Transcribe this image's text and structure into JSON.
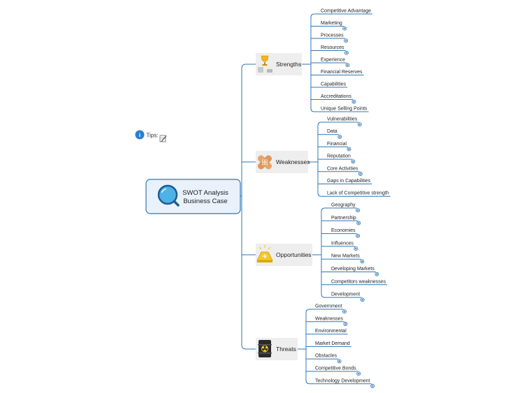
{
  "tips": {
    "icon": "info-icon",
    "label": "Tips:",
    "note_icon": "note-icon"
  },
  "root": {
    "icon": "magnifier-icon",
    "line1": "SWOT Analysis",
    "line2": "Business Case"
  },
  "branches": [
    {
      "id": "strengths",
      "label": "Strengths",
      "icon": "trophy-podium-icon",
      "items": [
        {
          "label": "Competitive Advantage",
          "collapsed": false
        },
        {
          "label": "Marketing",
          "collapsed": true
        },
        {
          "label": "Processes",
          "collapsed": true
        },
        {
          "label": "Resources",
          "collapsed": true
        },
        {
          "label": "Experience",
          "collapsed": true
        },
        {
          "label": "Financial Reserves",
          "collapsed": false
        },
        {
          "label": "Capabilities",
          "collapsed": false
        },
        {
          "label": "Accreditations",
          "collapsed": true
        },
        {
          "label": "Unique Selling Points",
          "collapsed": false
        }
      ]
    },
    {
      "id": "weaknesses",
      "label": "Weaknesses",
      "icon": "bandage-icon",
      "items": [
        {
          "label": "Vulnerabilities",
          "collapsed": true
        },
        {
          "label": "Data",
          "collapsed": true
        },
        {
          "label": "Financial",
          "collapsed": true
        },
        {
          "label": "Reputation",
          "collapsed": true
        },
        {
          "label": "Core Activities",
          "collapsed": true
        },
        {
          "label": "Gaps in Capabilities",
          "collapsed": false
        },
        {
          "label": "Lack of Competitive strength",
          "collapsed": false
        }
      ]
    },
    {
      "id": "opportunities",
      "label": "Opportunities",
      "icon": "gold-bar-icon",
      "items": [
        {
          "label": "Geography",
          "collapsed": true
        },
        {
          "label": "Partnership",
          "collapsed": true
        },
        {
          "label": "Economies",
          "collapsed": true
        },
        {
          "label": "Influences",
          "collapsed": true
        },
        {
          "label": "New Markets",
          "collapsed": true
        },
        {
          "label": "Developing Markets",
          "collapsed": true
        },
        {
          "label": "Competitors weaknesses",
          "collapsed": false
        },
        {
          "label": "Development",
          "collapsed": true
        }
      ]
    },
    {
      "id": "threats",
      "label": "Threats",
      "icon": "radioactive-barrel-icon",
      "items": [
        {
          "label": "Government",
          "collapsed": true
        },
        {
          "label": "Weaknesses",
          "collapsed": true
        },
        {
          "label": "Environmental",
          "collapsed": false
        },
        {
          "label": "Market Demand",
          "collapsed": false
        },
        {
          "label": "Obstacles",
          "collapsed": true
        },
        {
          "label": "Competitive Bonds",
          "collapsed": true
        },
        {
          "label": "Technology Development",
          "collapsed": true
        }
      ]
    }
  ],
  "colors": {
    "connector": "#2f77b5",
    "root_fill": "#e9f1fb",
    "root_border": "#2f77b5",
    "branch_fill": "#eeeeee",
    "info_blue": "#2a7fd1"
  }
}
